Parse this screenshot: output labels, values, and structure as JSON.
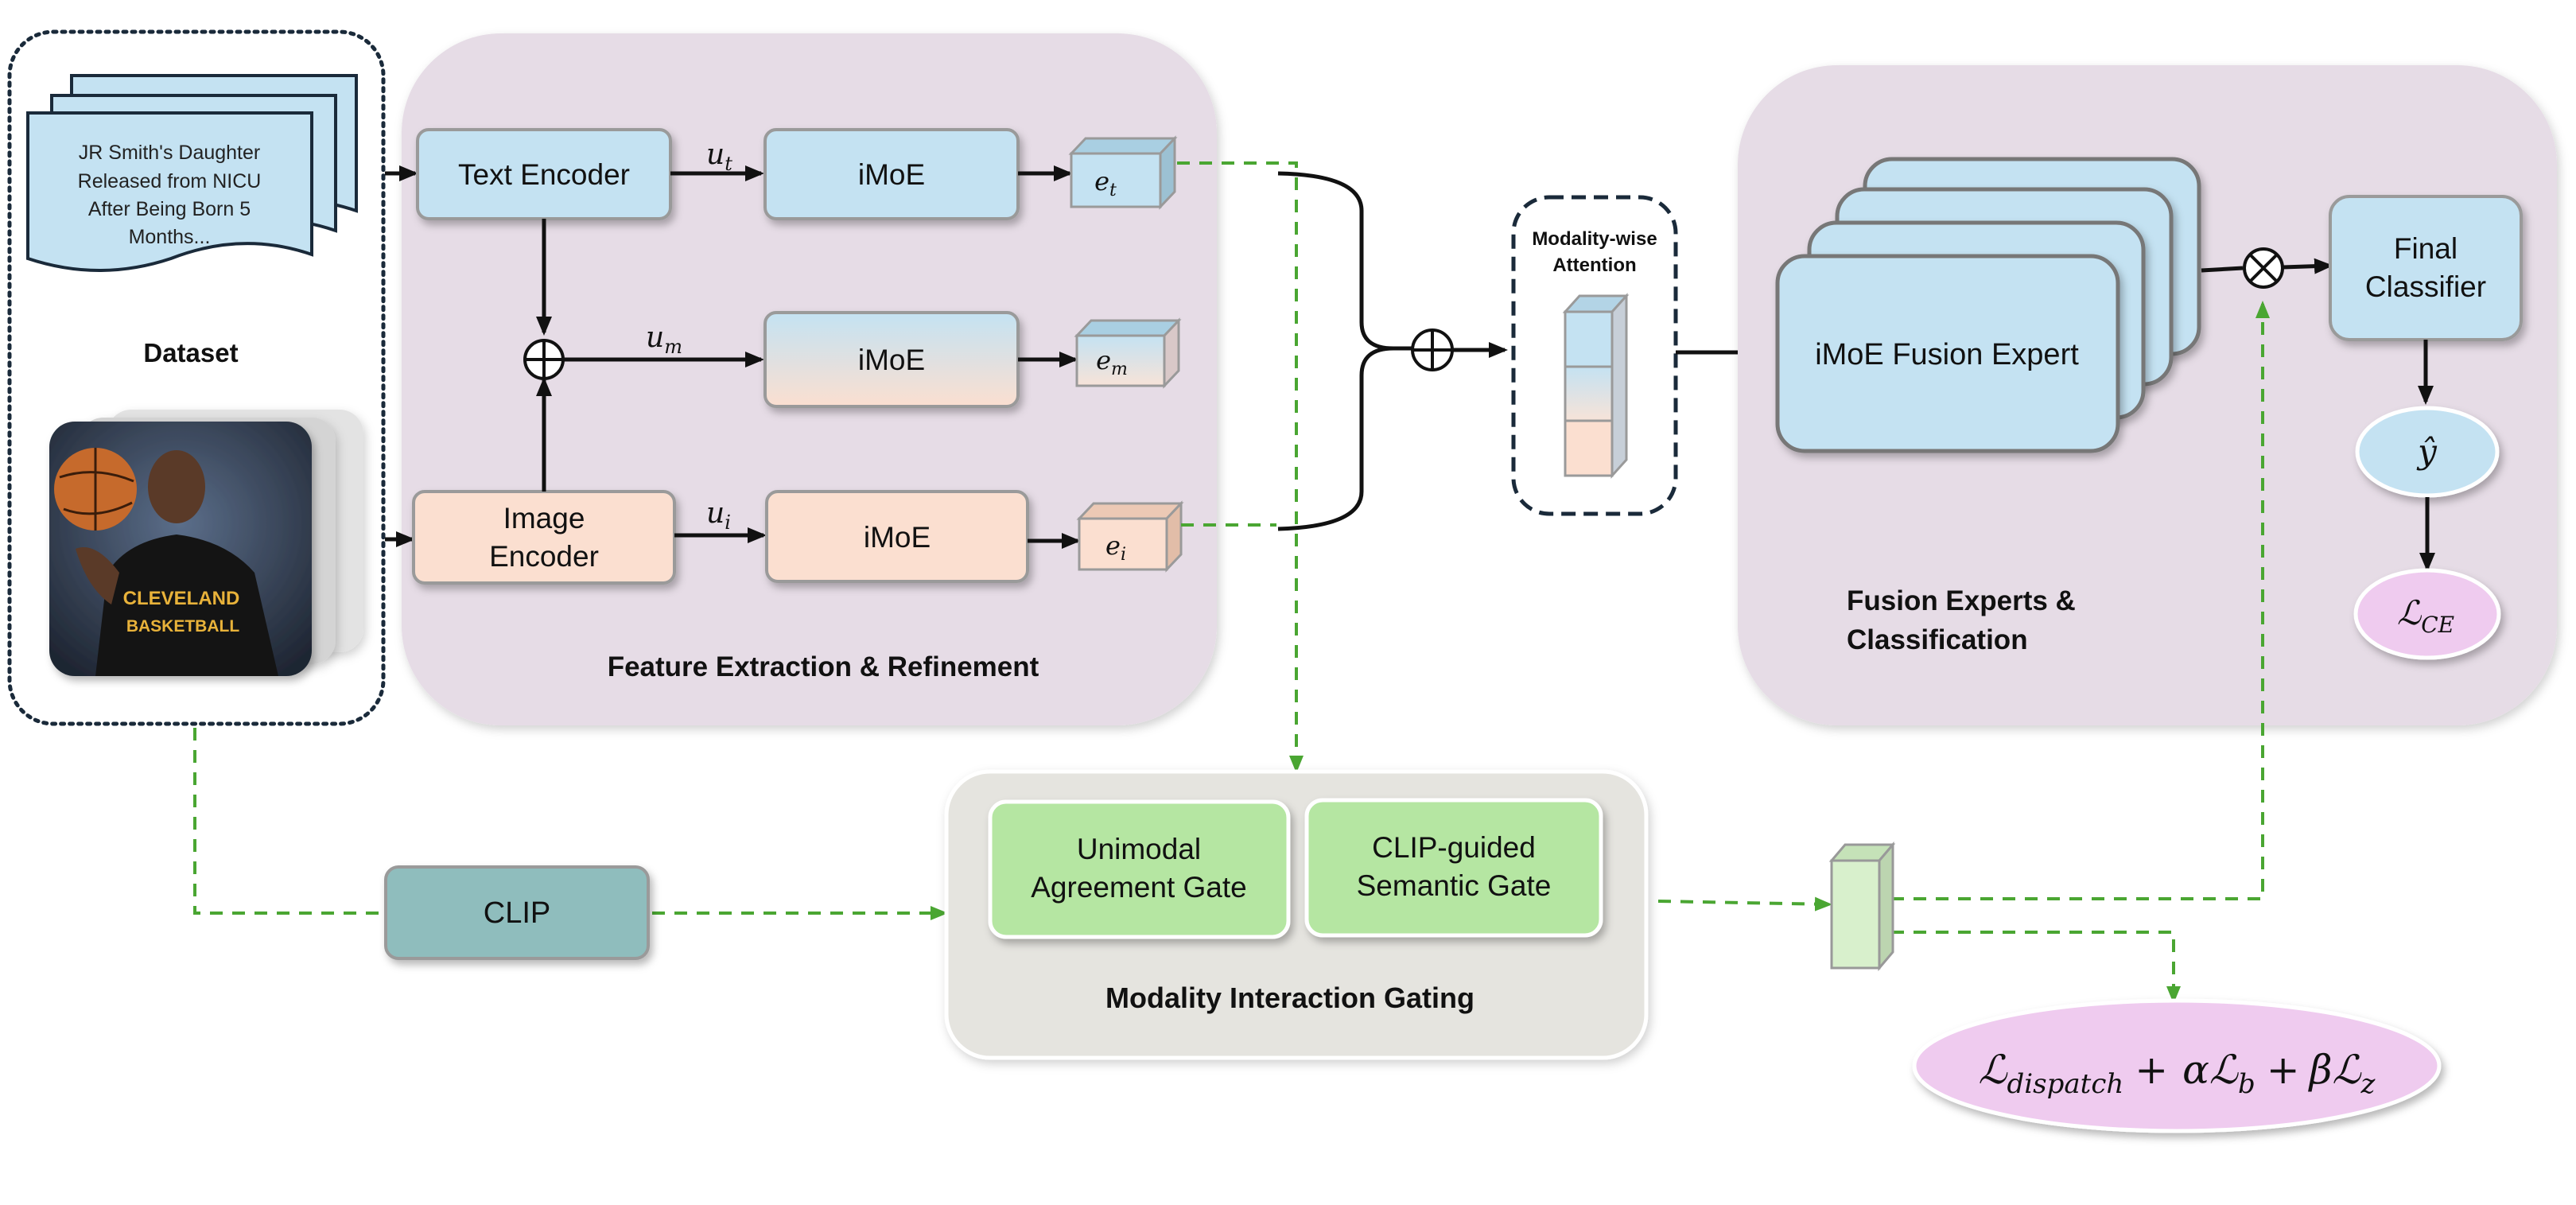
{
  "dataset": {
    "headline": [
      "JR Smith's Daughter",
      "Released from NICU",
      "After Being Born 5",
      "Months..."
    ],
    "label": "Dataset",
    "jersey_line1": "CLEVELAND",
    "jersey_line2": "BASKETBALL"
  },
  "feature_panel": {
    "title": "Feature Extraction & Refinement",
    "text_encoder": "Text Encoder",
    "image_encoder": [
      "Image",
      "Encoder"
    ],
    "imoe_label": "iMoE",
    "u_t": "u",
    "u_t_sub": "t",
    "u_m": "u",
    "u_m_sub": "m",
    "u_i": "u",
    "u_i_sub": "i",
    "e_t": "e",
    "e_t_sub": "t",
    "e_m": "e",
    "e_m_sub": "m",
    "e_i": "e",
    "e_i_sub": "i"
  },
  "attention": {
    "label": [
      "Modality-wise",
      "Attention"
    ]
  },
  "fusion_panel": {
    "title": [
      "Fusion Experts &",
      "Classification"
    ],
    "expert": "iMoE Fusion Expert",
    "classifier": [
      "Final",
      "Classifier"
    ],
    "y_hat": "ŷ",
    "loss_ce": "ℒ",
    "loss_ce_sub": "CE"
  },
  "gating": {
    "clip": "CLIP",
    "unimodal_gate": [
      "Unimodal",
      "Agreement Gate"
    ],
    "clip_gate": [
      "CLIP-guided",
      "Semantic Gate"
    ],
    "title": "Modality Interaction Gating",
    "loss_dispatch": "ℒ",
    "loss_dispatch_sub": "dispatch",
    "loss_plus1": "+",
    "loss_alpha": "αℒ",
    "loss_b_sub": "b",
    "loss_plus2": "+",
    "loss_beta": "βℒ",
    "loss_z_sub": "z"
  },
  "colors": {
    "panel_purple": "#e6dce6",
    "box_blue": "#c4e2f2",
    "box_peach": "#fbdfd0",
    "gate_green": "#b5e6a2",
    "clip_teal": "#8fbdbd",
    "gray_panel": "#e5e4df",
    "pink_oval": "#efcbef",
    "arrow_green": "#4aa632"
  }
}
